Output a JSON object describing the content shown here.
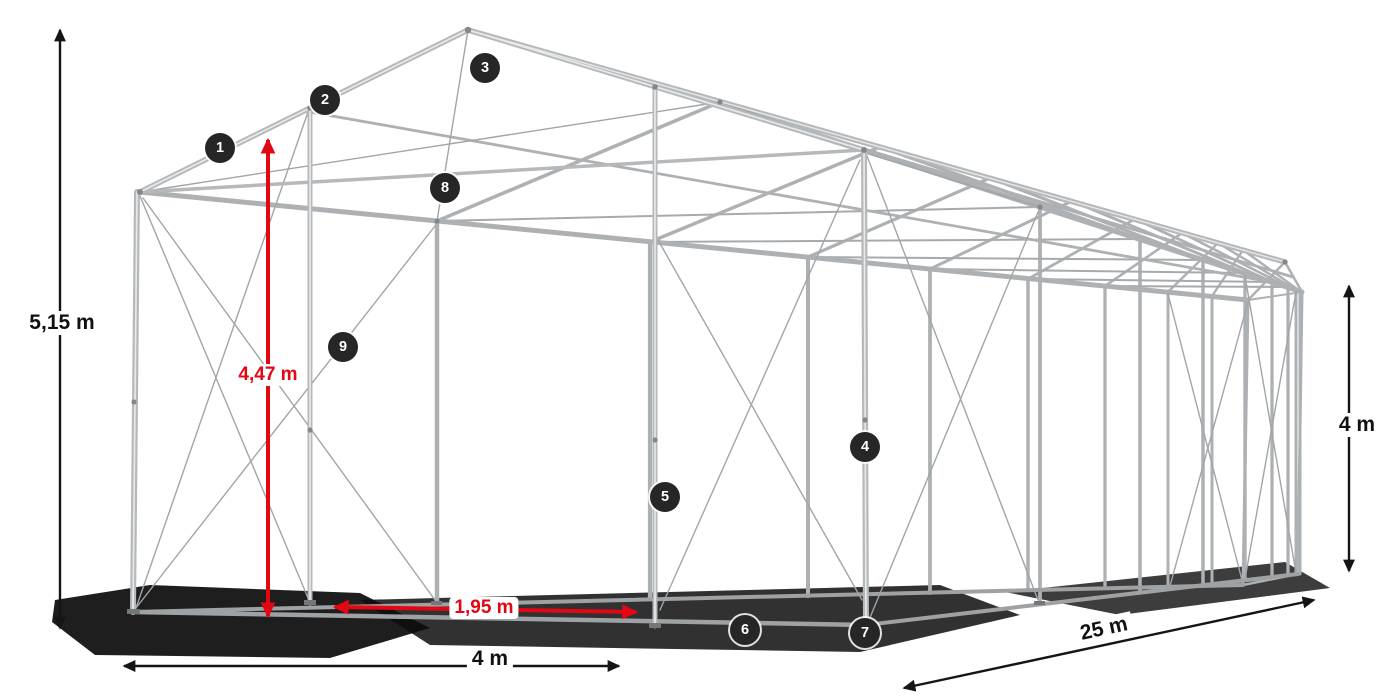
{
  "badges": [
    {
      "label": "1"
    },
    {
      "label": "2"
    },
    {
      "label": "3"
    },
    {
      "label": "4"
    },
    {
      "label": "5"
    },
    {
      "label": "6"
    },
    {
      "label": "7"
    },
    {
      "label": "8"
    },
    {
      "label": "9"
    }
  ],
  "dimensions": {
    "total_height": "5,15 m",
    "entrance_height": "4,47 m",
    "entrance_width": "1,95 m",
    "width": "4 m",
    "length": "25 m",
    "side_height": "4 m"
  },
  "colors": {
    "accent_red": "#e30613",
    "badge_background": "#262626",
    "frame_gray": "#b3b6b8"
  }
}
